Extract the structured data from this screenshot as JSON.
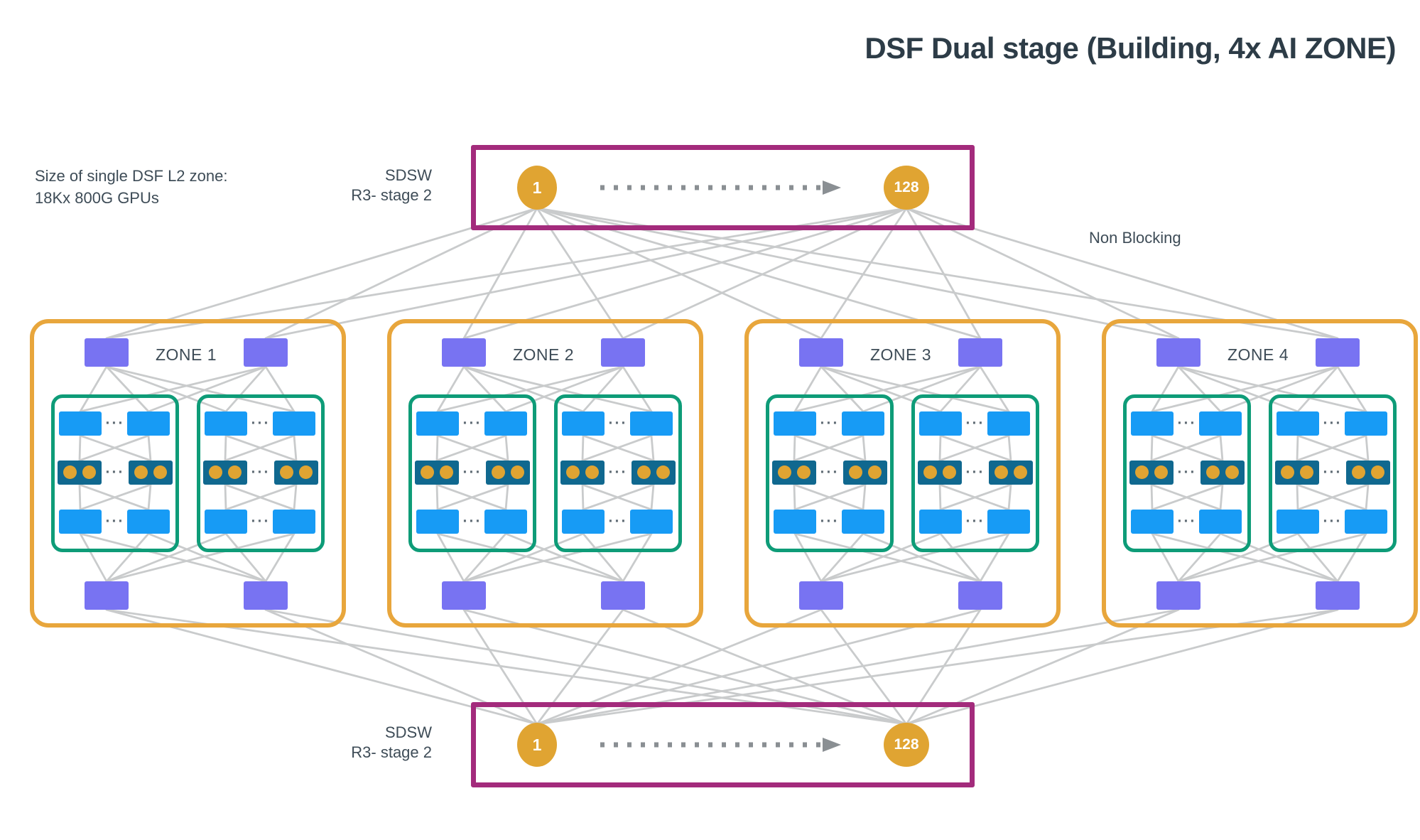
{
  "title": "DSF Dual stage (Building, 4x AI ZONE)",
  "note": {
    "line1": "Size of single DSF L2 zone:",
    "line2": "18Kx 800G GPUs"
  },
  "non_blocking": "Non Blocking",
  "ellipsis": "···",
  "spine_top": {
    "label_line1": "SDSW",
    "label_line2": "R3- stage 2",
    "start_node": "1",
    "end_node": "128"
  },
  "spine_bottom": {
    "label_line1": "SDSW",
    "label_line2": "R3- stage 2",
    "start_node": "1",
    "end_node": "128"
  },
  "zones": [
    {
      "label": "ZONE 1"
    },
    {
      "label": "ZONE 2"
    },
    {
      "label": "ZONE 3"
    },
    {
      "label": "ZONE 4"
    }
  ],
  "colors": {
    "magenta": "#A32B7C",
    "orange": "#E0A432",
    "zone_border": "#E8A63C",
    "purple": "#7873F2",
    "teal": "#0E9C78",
    "blue": "#179BF5",
    "bar": "#10688F",
    "wire": "#C9CBCC",
    "arrow": "#8A8F93",
    "text": "#3E4C57",
    "title": "#2D3C47",
    "ellipsis": "#5E6A73"
  }
}
